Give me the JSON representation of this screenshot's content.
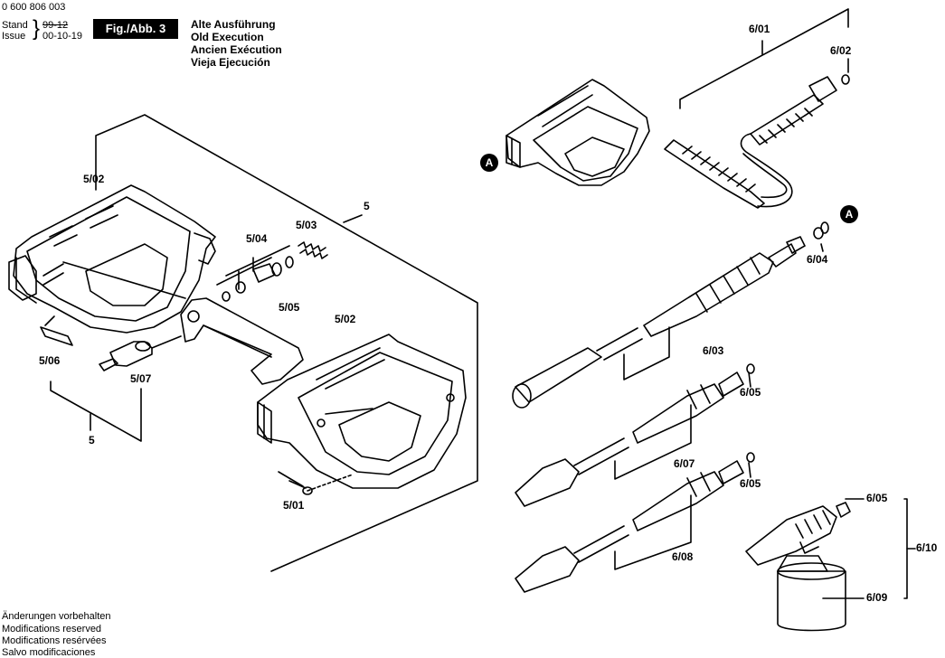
{
  "header": {
    "doc_number": "0 600 806 003",
    "stand_label": "Stand",
    "issue_label": "Issue",
    "old_date": "99-12",
    "new_date": "00-10-19",
    "fig_label": "Fig./Abb. 3",
    "execution": [
      "Alte Ausführung",
      "Old Execution",
      "Ancien Exécution",
      "Vieja Ejecución"
    ]
  },
  "footer": [
    "Änderungen vorbehalten",
    "Modifications reserved",
    "Modifications resérvées",
    "Salvo modificaciones"
  ],
  "marker": "A",
  "part_labels": {
    "p5_02_a": "5/02",
    "p5": "5",
    "p5_03": "5/03",
    "p5_04": "5/04",
    "p5_05": "5/05",
    "p5_02_b": "5/02",
    "p5_06": "5/06",
    "p5_07": "5/07",
    "p5_bottom": "5",
    "p5_01": "5/01",
    "p6_01": "6/01",
    "p6_02": "6/02",
    "p6_04": "6/04",
    "p6_03": "6/03",
    "p6_05_a": "6/05",
    "p6_07": "6/07",
    "p6_05_b": "6/05",
    "p6_08": "6/08",
    "p6_05_c": "6/05",
    "p6_10": "6/10",
    "p6_09": "6/09"
  }
}
